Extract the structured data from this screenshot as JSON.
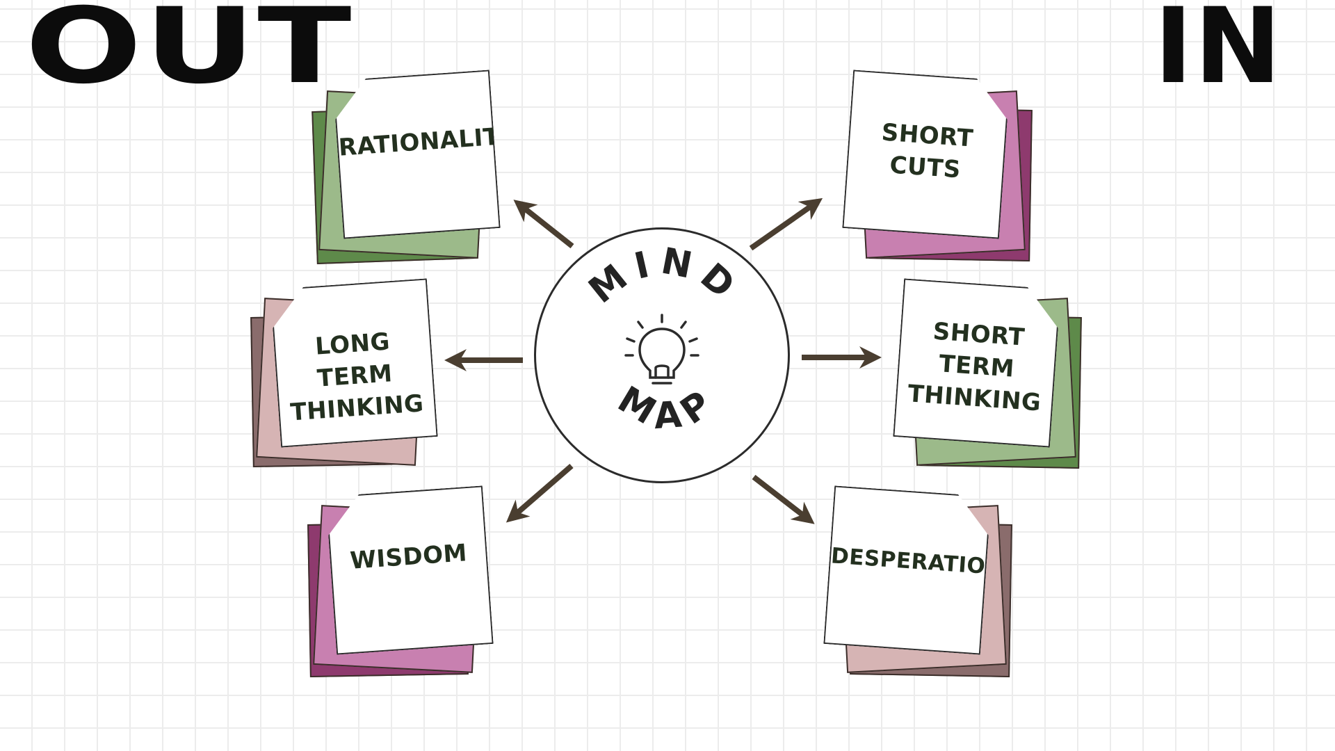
{
  "headings": {
    "left": "OUT",
    "right": "IN"
  },
  "center": {
    "top_word": "MIND",
    "bottom_word": "MAP",
    "icon": "lightbulb-icon"
  },
  "out_notes": [
    {
      "label": "RATIONALITY",
      "colors": [
        "#5e8a4a",
        "#9cba8a"
      ]
    },
    {
      "label": "LONG TERM\nTHINKING",
      "colors": [
        "#8a6c6c",
        "#d6b4b4"
      ]
    },
    {
      "label": "WISDOM",
      "colors": [
        "#8e3a6e",
        "#c880b0"
      ]
    }
  ],
  "in_notes": [
    {
      "label": "SHORT\nCUTS",
      "colors": [
        "#8e3a6e",
        "#c880b0"
      ]
    },
    {
      "label": "SHORT\nTERM\nTHINKING",
      "colors": [
        "#5e8a4a",
        "#9cba8a"
      ]
    },
    {
      "label": "DESPERATION",
      "colors": [
        "#8a6c6c",
        "#d6b4b4"
      ]
    }
  ],
  "arrow_color": "#4a3e30"
}
